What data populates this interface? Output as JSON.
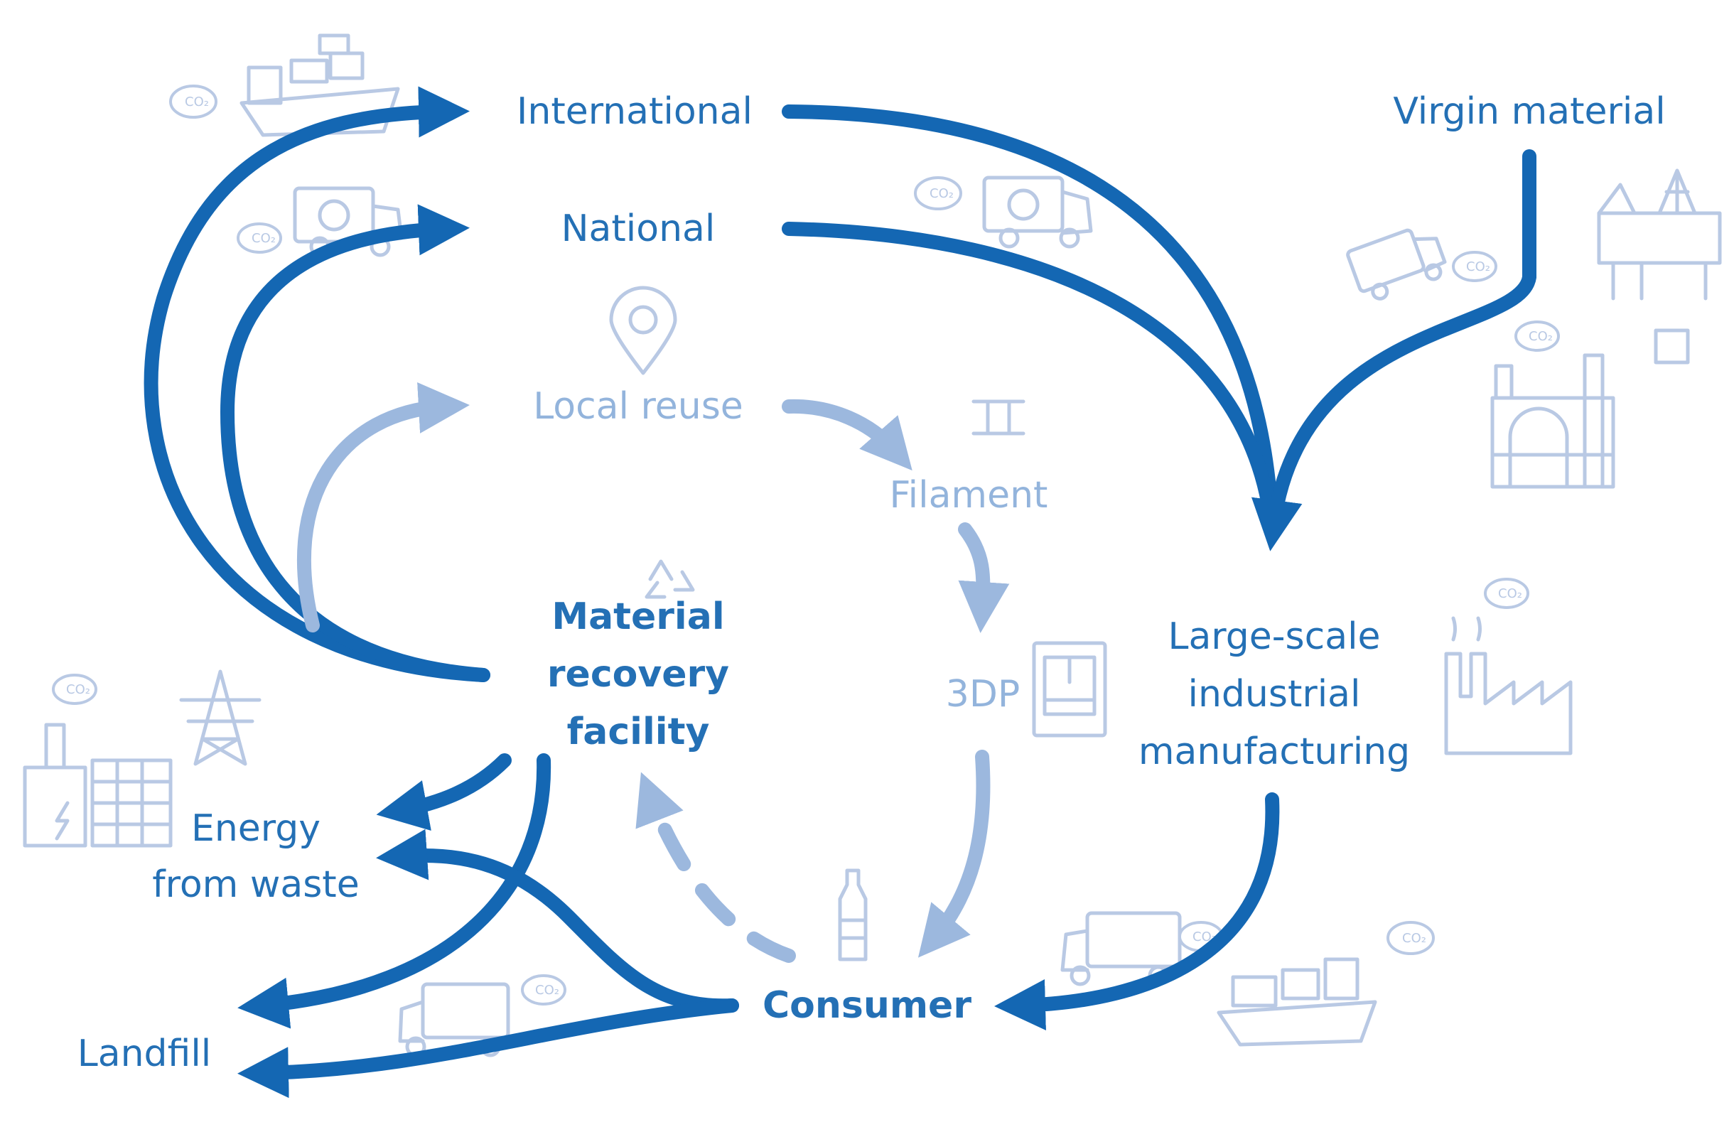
{
  "nodes": {
    "international": "International",
    "national": "National",
    "local_reuse": "Local reuse",
    "virgin_material": "Virgin material",
    "filament": "Filament",
    "three_dp": "3DP",
    "mrf_line1": "Material",
    "mrf_line2": "recovery",
    "mrf_line3": "facility",
    "lsim_line1": "Large-scale",
    "lsim_line2": "industrial",
    "lsim_line3": "manufacturing",
    "efw_line1": "Energy",
    "efw_line2": "from waste",
    "consumer": "Consumer",
    "landfill": "Landfill"
  },
  "colors": {
    "dark_flow": "#1467b3",
    "light_flow": "#9cb8de",
    "dark_label": "#2470b5",
    "light_label": "#93b4dc",
    "icon": "#b9c9e4"
  },
  "icons": [
    "ship-icon",
    "truck-icon",
    "location-pin-icon",
    "recycle-icon",
    "spool-icon",
    "printer-3d-icon",
    "bottle-icon",
    "oil-rig-icon",
    "refinery-icon",
    "factory-icon",
    "power-plant-icon",
    "pylon-icon"
  ]
}
